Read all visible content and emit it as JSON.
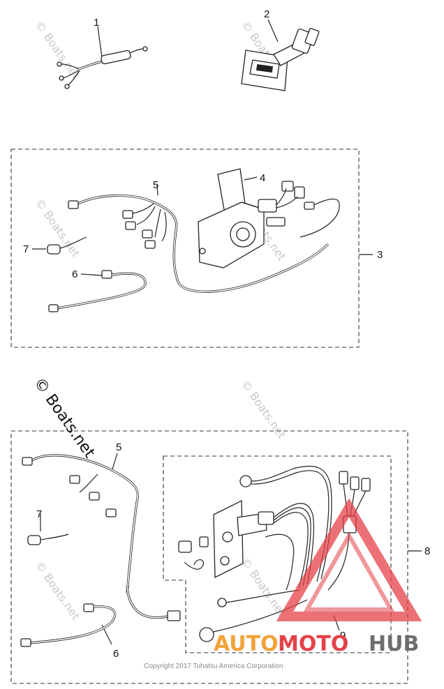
{
  "callouts": {
    "c1": "1",
    "c2": "2",
    "c3": "3",
    "c4": "4",
    "c5_top": "5",
    "c6_top": "6",
    "c7_top": "7",
    "c5_bottom": "5",
    "c6_bottom": "6",
    "c7_bottom": "7",
    "c8": "8",
    "c9": "9"
  },
  "watermarks": {
    "small": "© Boats.net",
    "large": "© Boats.net"
  },
  "copyright": "Copyright 2017 Tohatsu America Corporation",
  "logo": {
    "part1": "AUTO",
    "part2": "MOTO",
    "part3": "HUB",
    "colors": {
      "orange": "#f2a33a",
      "red": "#e4424a",
      "gray": "#6d6e70"
    }
  }
}
